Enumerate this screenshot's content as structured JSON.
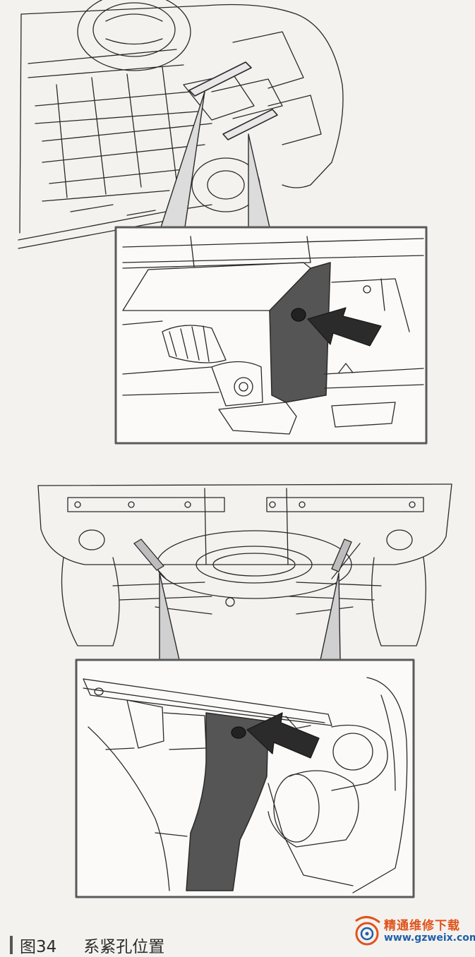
{
  "caption": {
    "figure_number": "图34",
    "title": "系紧孔位置"
  },
  "watermark": {
    "site_name": "精通维修下载",
    "url": "www.gzweix.com"
  },
  "colors": {
    "ink": "#2a2a2a",
    "frame_dark": "#5a5a5a",
    "arrow": "#2b2b2b",
    "watermark_orange": "#e0531b",
    "watermark_blue": "#1f5fa8"
  },
  "figures": [
    {
      "name": "front-underbody-overview",
      "callouts": 2
    },
    {
      "name": "front-tie-down-hole-detail",
      "arrow": "pointing-to-hole"
    },
    {
      "name": "rear-underbody-overview",
      "callouts": 2
    },
    {
      "name": "rear-tie-down-hole-detail",
      "arrow": "pointing-to-hole"
    }
  ]
}
